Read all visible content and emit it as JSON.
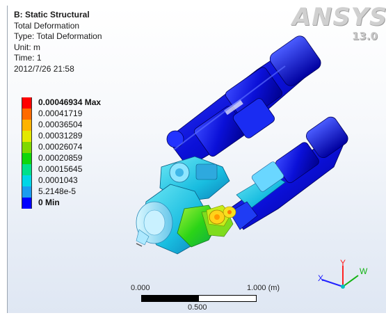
{
  "info": {
    "title": "B: Static Structural",
    "line1": "Total Deformation",
    "line2": "Type: Total Deformation",
    "line3": "Unit: m",
    "line4": "Time: 1",
    "line5": "2012/7/26 21:58"
  },
  "legend": {
    "entries": [
      {
        "label": "0.00046934 Max",
        "color": "#ff0000",
        "bold": true
      },
      {
        "label": "0.00041719",
        "color": "#ff6a00",
        "bold": false
      },
      {
        "label": "0.00036504",
        "color": "#ffb300",
        "bold": false
      },
      {
        "label": "0.00031289",
        "color": "#e3e800",
        "bold": false
      },
      {
        "label": "0.00026074",
        "color": "#7fd800",
        "bold": false
      },
      {
        "label": "0.00020859",
        "color": "#10d60c",
        "bold": false
      },
      {
        "label": "0.00015645",
        "color": "#00e08a",
        "bold": false
      },
      {
        "label": "0.0001043",
        "color": "#00d6e6",
        "bold": false
      },
      {
        "label": "5.2148e-5",
        "color": "#1a9cf0",
        "bold": false
      },
      {
        "label": "0 Min",
        "color": "#0000ff",
        "bold": true
      }
    ]
  },
  "logo": {
    "word": "ANSYS",
    "version": "13.0"
  },
  "scale": {
    "left": "0.000",
    "right": "1.000 (m)",
    "mid": "0.500"
  },
  "triad": {
    "x": "X",
    "y": "Y",
    "w": "W"
  }
}
